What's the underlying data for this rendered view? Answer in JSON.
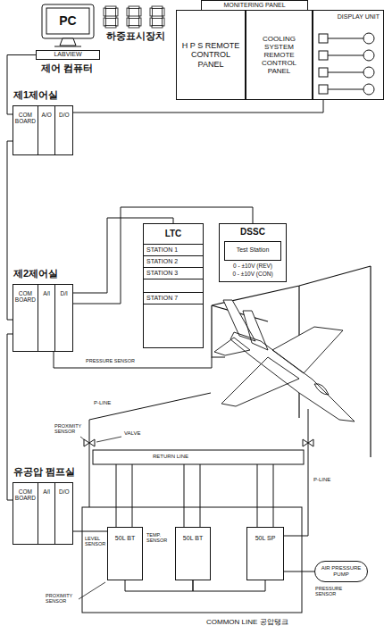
{
  "diagram": {
    "nodes": [
      {
        "text": [
          "PC"
        ]
      },
      {
        "text": [
          "LABVIEW"
        ]
      },
      {
        "text": [
          "하중표시장치"
        ]
      },
      {
        "text": [
          "MONITERING PANEL"
        ]
      },
      {
        "text": [
          "H P S REMOTE CONTROL PANEL"
        ],
        "in": 3
      },
      {
        "text": [
          "COOLING SYSTEM REMOTE CONTROL PANEL"
        ],
        "in": 3
      },
      {
        "text": [
          "DISPLAY UNIT"
        ],
        "in": 3
      },
      {
        "text": [
          "COM BOARD",
          "A/O",
          "D/O"
        ]
      },
      {
        "text": [
          "LTC",
          "STATION 1",
          "STATION 2",
          "STATION 3",
          "STATION 7"
        ]
      },
      {
        "text": [
          "DSSC",
          "0 - ±10V (REV)",
          "0 - ±10V (CON)"
        ]
      },
      {
        "text": [
          "Test Station"
        ],
        "in": 9
      },
      {
        "text": [
          "COM BOARD",
          "A/I",
          "D/I"
        ]
      },
      {
        "text": [
          "COM BOARD",
          "A/I",
          "D/O"
        ]
      },
      {
        "text": [
          "50L BT"
        ]
      },
      {
        "text": [
          "50L BT"
        ]
      },
      {
        "text": [
          "50L SP"
        ]
      },
      {
        "text": [
          "AIR PRESSURE PUMP"
        ]
      }
    ],
    "edges": [
      {
        "from": 1,
        "to": 7,
        "arrow": "none"
      },
      {
        "from": 7,
        "to": 6,
        "arrow": "none"
      },
      {
        "from": 7,
        "to": 11,
        "arrow": "none"
      },
      {
        "from": 11,
        "to": 8,
        "arrow": "none"
      },
      {
        "from": 11,
        "to": 9,
        "arrow": "none"
      },
      {
        "from": 11,
        "to": 12,
        "arrow": "none"
      },
      {
        "from": 12,
        "to": 13,
        "arrow": "none"
      },
      {
        "from": 13,
        "to": 14,
        "arrow": "none"
      },
      {
        "from": 14,
        "to": 15,
        "arrow": "none"
      },
      {
        "from": 15,
        "to": 16,
        "arrow": "none"
      }
    ],
    "labels": [
      "제어 컴퓨터",
      "제1제어실",
      "제2제어실",
      "PRESSURE SENSOR",
      "P-LINE",
      "PROXIMITY SENSOR",
      "VALVE",
      "RETURN LINE",
      "유공압 펌프실",
      "P-LINE",
      "LEVEL SENSOR",
      "TEMP. SENSOR",
      "PRESSURE SENSOR",
      "PROXIMITY SENSOR",
      "COMMON LINE 공압탱크"
    ]
  }
}
